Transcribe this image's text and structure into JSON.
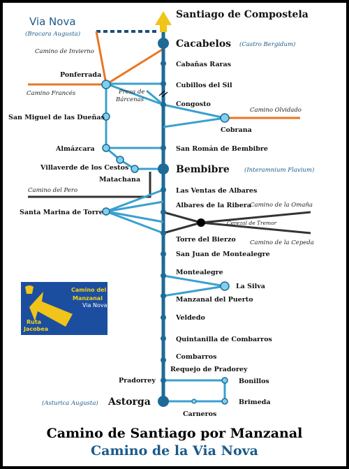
{
  "header": {
    "destination": "Santiago de Compostela",
    "via_nova": "Via Nova",
    "bracara": "(Bracara Augusta)"
  },
  "routes": {
    "camino_invierno": "Camino de Invierno",
    "camino_frances": "Camino Francés",
    "camino_olvidado": "Camino Olvidado",
    "camino_pero": "Camino del Pero",
    "camino_omana": "Camino de la Omaña",
    "camino_cepeda": "Camino de la Cepeda",
    "cerezal": "Cerezal de Tremor",
    "presa_1": "Presa de",
    "presa_2": "Bárcenas"
  },
  "stops": {
    "cacabelos": "Cacabelos",
    "castro": "(Castro Bergidum)",
    "canabas": "Cabañas Raras",
    "ponferrada": "Ponferrada",
    "cubillos": "Cubillos del Sil",
    "congosto": "Congosto",
    "cobrana": "Cobrana",
    "san_miguel": "San Miguel de las Dueñas",
    "almazcara": "Almázcara",
    "san_roman": "San Román de Bembibre",
    "villaverde": "Villaverde de los Cestos",
    "bembibre": "Bembibre",
    "interamnium": "(Interamnium Flavium)",
    "matachana": "Matachana",
    "ventas": "Las Ventas de Albares",
    "santa_marina": "Santa Marina de Torre",
    "albares": "Albares de la Ribera",
    "torre": "Torre del Bierzo",
    "san_juan": "San Juan de Montealegre",
    "montealegre": "Montealegre",
    "la_silva": "La Silva",
    "manzanal": "Manzanal del Puerto",
    "veldedo": "Veldedo",
    "quintanilla": "Quintanilla de Combarros",
    "combarros": "Combarros",
    "requejo": "Requejo de Pradorey",
    "pradorrey": "Pradorrey",
    "bonillos": "Bonillos",
    "astorga": "Astorga",
    "asturica": "(Asturica Augusta)",
    "brimeda": "Brimeda",
    "carneros": "Carneros"
  },
  "badge": {
    "line1": "Camino del",
    "line2": "Manzanal",
    "line3": "Via Nova",
    "line4": "Ruta",
    "line5": "Jacobea"
  },
  "footer": {
    "title": "Camino de Santiago por Manzanal",
    "subtitle": "Camino de la Via Nova"
  },
  "colors": {
    "main_line": "#1e6a96",
    "branch_line": "#3aa0cf",
    "node_fill": "#7fd0ee",
    "orange": "#e87722",
    "dark": "#333333",
    "arrow": "#f0c419",
    "badge_bg": "#1c4ea0"
  }
}
